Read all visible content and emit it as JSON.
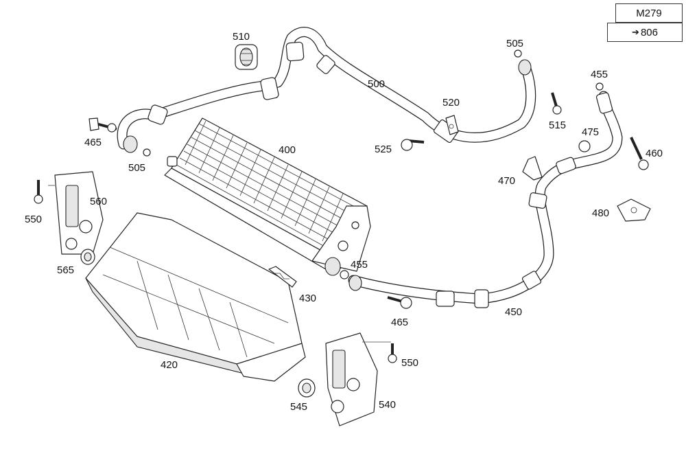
{
  "reference": {
    "model": "M279",
    "group": "806",
    "group_arrow": "➔"
  },
  "callouts": {
    "c400": "400",
    "c420": "420",
    "c430": "430",
    "c450": "450",
    "c455a": "455",
    "c455b": "455",
    "c460": "460",
    "c465a": "465",
    "c465b": "465",
    "c470": "470",
    "c475": "475",
    "c480": "480",
    "c500": "500",
    "c505a": "505",
    "c505b": "505",
    "c510": "510",
    "c515": "515",
    "c520": "520",
    "c525": "525",
    "c540": "540",
    "c545": "545",
    "c550a": "550",
    "c550b": "550",
    "c560": "560",
    "c565": "565"
  },
  "colors": {
    "line": "#222222",
    "text": "#111111",
    "shade": "#e6e6e6"
  }
}
